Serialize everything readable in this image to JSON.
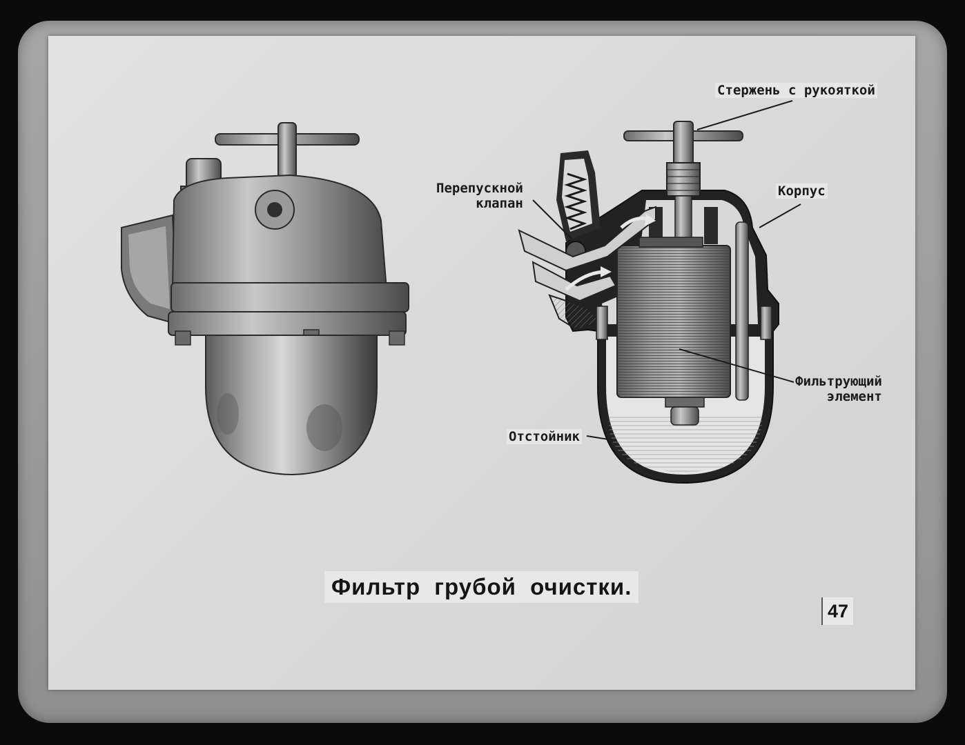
{
  "slide": {
    "title": "Фильтр грубой очистки.",
    "page_number": "47"
  },
  "labels": {
    "rod_with_handle": "Стержень с рукояткой",
    "bypass_valve_line1": "Перепускной",
    "bypass_valve_line2": "клапан",
    "housing": "Корпус",
    "filter_element_line1": "Фильтрующий",
    "filter_element_line2": "элемент",
    "sump": "Отстойник"
  },
  "colors": {
    "slide_background": "#dcdcdc",
    "mount": "#9c9c9c",
    "ink": "#1a1a1a"
  },
  "icons": {
    "left_illustration": "coarse-filter-exterior-view",
    "right_illustration": "coarse-filter-cross-section"
  }
}
